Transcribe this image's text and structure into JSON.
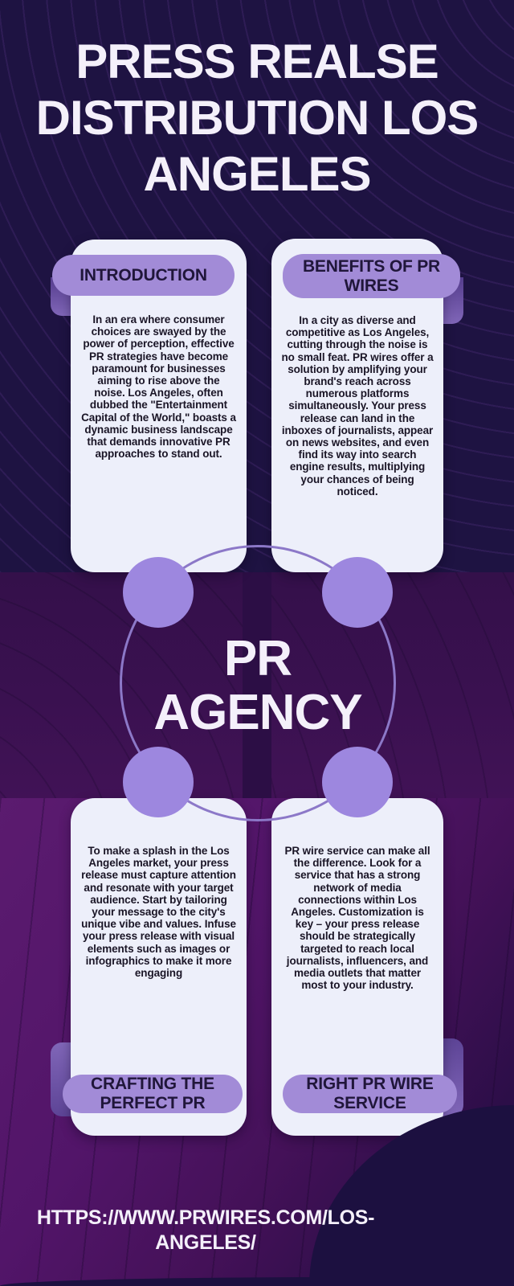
{
  "title": "PRESS REALSE DISTRIBUTION LOS ANGELES",
  "center_badge": {
    "label": "PR AGENCY"
  },
  "cards": {
    "introduction": {
      "label": "INTRODUCTION",
      "body": "In an era where consumer choices are swayed by the power of perception, effective PR strategies have become paramount for businesses aiming to rise above the noise. Los Angeles, often dubbed the \"Entertainment Capital of the World,\" boasts a dynamic business landscape that demands innovative PR approaches to stand out."
    },
    "benefits": {
      "label": "BENEFITS OF PR WIRES",
      "body": "In a city as diverse and competitive as Los Angeles, cutting through the noise is no small feat. PR wires offer a solution by amplifying your brand's reach across numerous platforms simultaneously. Your press release can land in the inboxes of journalists, appear on news websites, and even find its way into search engine results, multiplying your chances of being noticed."
    },
    "crafting": {
      "label": "CRAFTING THE PERFECT PR",
      "body": "To make a splash in the Los Angeles market, your press release must capture attention and resonate with your target audience. Start by tailoring your message to the city's unique vibe and values. Infuse your press release with visual elements such as images or infographics to make it more engaging"
    },
    "right_service": {
      "label": "RIGHT PR WIRE SERVICE",
      "body": "PR wire service can make all the difference. Look for a service that has a strong network of media connections within Los Angeles. Customization is key – your press release should be strategically targeted to reach local journalists, influencers, and media outlets that matter most to your industry."
    }
  },
  "footer": {
    "url": "HTTPS://WWW.PRWIRES.COM/LOS-ANGELES/"
  },
  "colors": {
    "bg-top": "#1e1342",
    "bg-band": "#3a1150",
    "bg-bottom": "#521569",
    "gap-column": "#2c0e45",
    "corner": "#1c1040",
    "card": "#edeffa",
    "pill": "#a28bd7",
    "tab": "#6f55a8",
    "bubble": "#9d87df",
    "ring": "#8c78c8",
    "heading": "#f4f0fa",
    "ink": "#1a1526"
  }
}
